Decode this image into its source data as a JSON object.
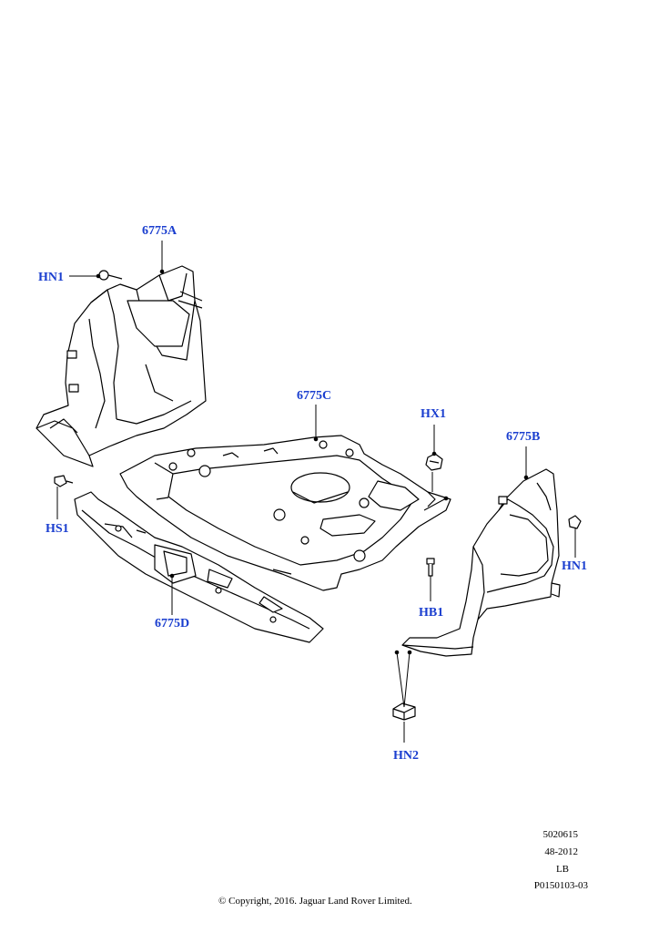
{
  "colors": {
    "callout": "#1a3ecf",
    "line": "#000000",
    "part_fill": "#ffffff"
  },
  "callouts": {
    "part_6775A": "6775A",
    "part_6775B": "6775B",
    "part_6775C": "6775C",
    "part_6775D": "6775D",
    "hn1_left": "HN1",
    "hn1_right": "HN1",
    "hx1": "HX1",
    "hs1": "HS1",
    "hb1": "HB1",
    "hn2": "HN2"
  },
  "footer": {
    "ref_number": "5020615",
    "date_code": "48-2012",
    "region": "LB",
    "illustration_id": "P0150103-03",
    "copyright": "© Copyright, 2016. Jaguar Land Rover Limited."
  }
}
